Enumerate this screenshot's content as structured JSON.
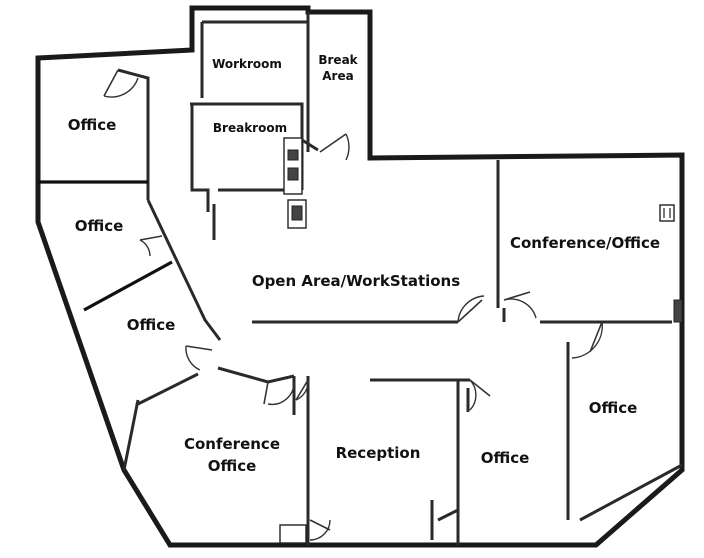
{
  "floor_plan": {
    "rooms": [
      {
        "id": "workroom",
        "label": "Workroom"
      },
      {
        "id": "break-area",
        "label_lines": [
          "Break",
          "Area"
        ]
      },
      {
        "id": "breakroom",
        "label": "Breakroom"
      },
      {
        "id": "office-top-left",
        "label": "Office"
      },
      {
        "id": "office-left-middle",
        "label": "Office"
      },
      {
        "id": "office-left-lower",
        "label": "Office"
      },
      {
        "id": "open-area",
        "label": "Open Area/WorkStations"
      },
      {
        "id": "conference-office-right",
        "label": "Conference/Office"
      },
      {
        "id": "conference-office-bottom",
        "label_lines": [
          "Conference",
          "Office"
        ]
      },
      {
        "id": "reception",
        "label": "Reception"
      },
      {
        "id": "office-bottom-middle",
        "label": "Office"
      },
      {
        "id": "office-right",
        "label": "Office"
      }
    ]
  }
}
